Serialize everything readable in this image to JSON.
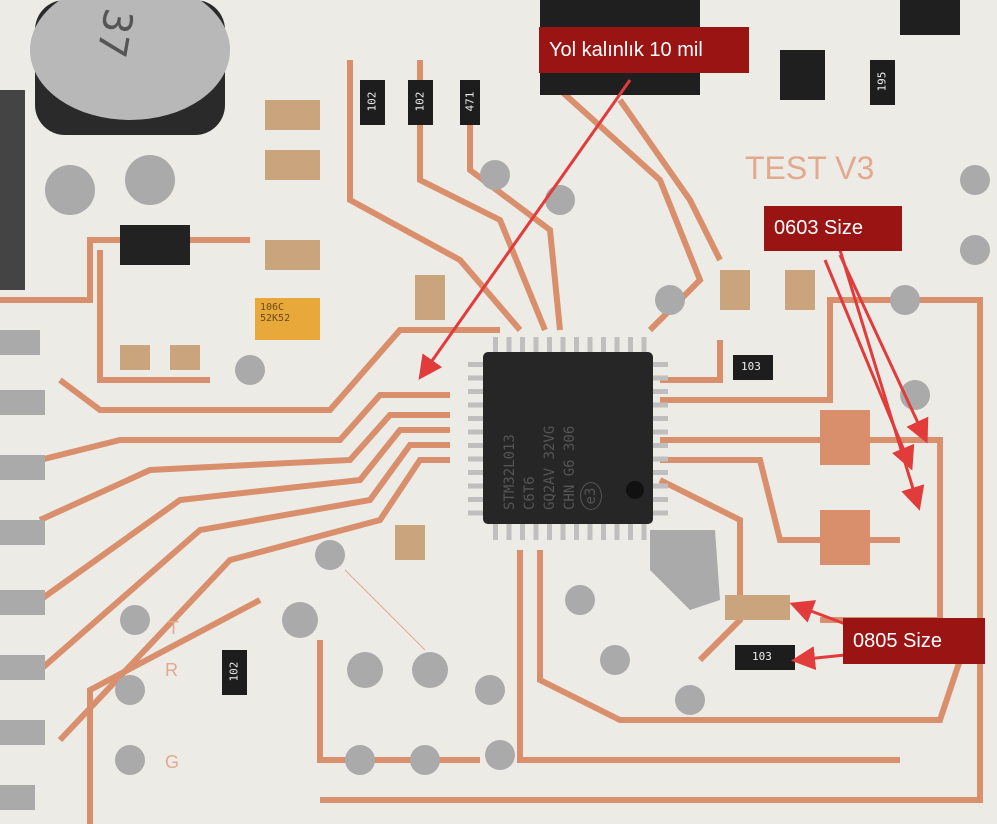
{
  "annotations": {
    "trace_width": "Yol kalınlık 10 mil",
    "size_0603": "0603 Size",
    "size_0805": "0805 Size"
  },
  "silkscreen": {
    "board_title": "TEST V3",
    "led_t": "T",
    "led_r": "R",
    "led_g": "G"
  },
  "chip": {
    "lines": [
      "STM32L013",
      "C6T6",
      "GQ2AV 32VG",
      "CHN G6 306"
    ],
    "mark": "e3"
  },
  "components": {
    "res_102_a": "102",
    "res_102_b": "102",
    "res_471": "471",
    "res_195": "195",
    "res_103_a": "103",
    "res_103_b": "103",
    "res_102_c": "102",
    "tantalum": "106C 52K52",
    "electrolytic": "37"
  },
  "colors": {
    "label_bg": "#9b1414",
    "copper": "#d98e6c",
    "board": "#ecebe6",
    "arrow": "#e23b3b"
  }
}
